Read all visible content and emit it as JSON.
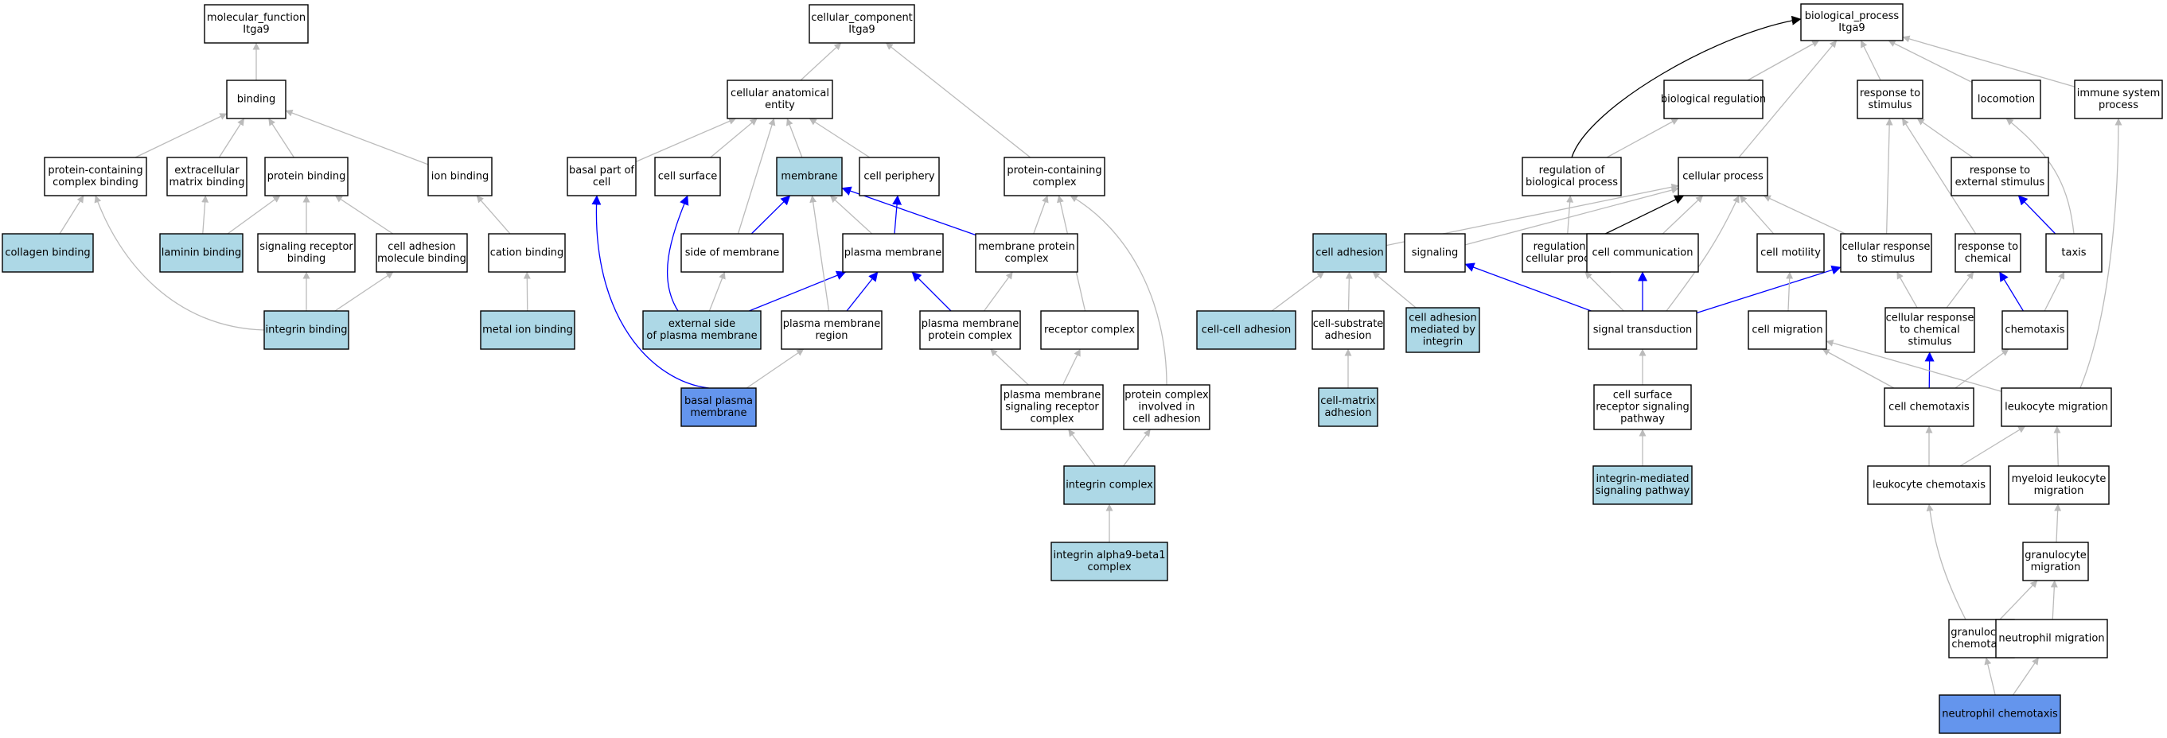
{
  "colors": {
    "default_fill": "#ffffff",
    "annotated_fill": "#add8e6",
    "query_fill": "#6495ed",
    "is_a_edge": "#bbbbbb",
    "part_of_edge": "#0000ff",
    "regulates_edge": "#000000"
  },
  "nodes": [
    {
      "id": "mf",
      "lines": [
        "molecular_function",
        "Itga9"
      ],
      "fill": "default"
    },
    {
      "id": "binding",
      "lines": [
        "binding"
      ],
      "fill": "default"
    },
    {
      "id": "pccb",
      "lines": [
        "protein-containing",
        "complex binding"
      ],
      "fill": "default"
    },
    {
      "id": "ecmb",
      "lines": [
        "extracellular",
        "matrix binding"
      ],
      "fill": "default"
    },
    {
      "id": "protb",
      "lines": [
        "protein binding"
      ],
      "fill": "default"
    },
    {
      "id": "ionb",
      "lines": [
        "ion binding"
      ],
      "fill": "default"
    },
    {
      "id": "collb",
      "lines": [
        "collagen binding"
      ],
      "fill": "annotated"
    },
    {
      "id": "lamb",
      "lines": [
        "laminin binding"
      ],
      "fill": "annotated"
    },
    {
      "id": "srb",
      "lines": [
        "signaling receptor",
        "binding"
      ],
      "fill": "default"
    },
    {
      "id": "camb",
      "lines": [
        "cell adhesion",
        "molecule binding"
      ],
      "fill": "default"
    },
    {
      "id": "catb",
      "lines": [
        "cation binding"
      ],
      "fill": "default"
    },
    {
      "id": "intb",
      "lines": [
        "integrin binding"
      ],
      "fill": "annotated"
    },
    {
      "id": "mib",
      "lines": [
        "metal ion binding"
      ],
      "fill": "annotated"
    },
    {
      "id": "cc",
      "lines": [
        "cellular_component",
        "Itga9"
      ],
      "fill": "default"
    },
    {
      "id": "cae",
      "lines": [
        "cellular anatomical",
        "entity"
      ],
      "fill": "default"
    },
    {
      "id": "bpoc",
      "lines": [
        "basal part of",
        "cell"
      ],
      "fill": "default"
    },
    {
      "id": "csurf",
      "lines": [
        "cell surface"
      ],
      "fill": "default"
    },
    {
      "id": "memb",
      "lines": [
        "membrane"
      ],
      "fill": "annotated"
    },
    {
      "id": "cper",
      "lines": [
        "cell periphery"
      ],
      "fill": "default"
    },
    {
      "id": "pcc",
      "lines": [
        "protein-containing",
        "complex"
      ],
      "fill": "default"
    },
    {
      "id": "som",
      "lines": [
        "side of membrane"
      ],
      "fill": "default"
    },
    {
      "id": "pm",
      "lines": [
        "plasma membrane"
      ],
      "fill": "default"
    },
    {
      "id": "mpc",
      "lines": [
        "membrane protein",
        "complex"
      ],
      "fill": "default"
    },
    {
      "id": "espm",
      "lines": [
        "external side",
        "of plasma membrane"
      ],
      "fill": "annotated"
    },
    {
      "id": "pmr",
      "lines": [
        "plasma membrane",
        "region"
      ],
      "fill": "default"
    },
    {
      "id": "pmpc",
      "lines": [
        "plasma membrane",
        "protein complex"
      ],
      "fill": "default"
    },
    {
      "id": "recc",
      "lines": [
        "receptor complex"
      ],
      "fill": "default"
    },
    {
      "id": "bpm",
      "lines": [
        "basal plasma",
        "membrane"
      ],
      "fill": "query"
    },
    {
      "id": "pmsrc",
      "lines": [
        "plasma membrane",
        "signaling receptor",
        "complex"
      ],
      "fill": "default"
    },
    {
      "id": "pcica",
      "lines": [
        "protein complex",
        "involved in",
        "cell adhesion"
      ],
      "fill": "default"
    },
    {
      "id": "intc",
      "lines": [
        "integrin complex"
      ],
      "fill": "annotated"
    },
    {
      "id": "ia9b1",
      "lines": [
        "integrin alpha9-beta1",
        "complex"
      ],
      "fill": "annotated"
    },
    {
      "id": "bp",
      "lines": [
        "biological_process",
        "Itga9"
      ],
      "fill": "default"
    },
    {
      "id": "breg",
      "lines": [
        "biological regulation"
      ],
      "fill": "default"
    },
    {
      "id": "rts",
      "lines": [
        "response to",
        "stimulus"
      ],
      "fill": "default"
    },
    {
      "id": "loco",
      "lines": [
        "locomotion"
      ],
      "fill": "default"
    },
    {
      "id": "isp",
      "lines": [
        "immune system",
        "process"
      ],
      "fill": "default"
    },
    {
      "id": "rbp",
      "lines": [
        "regulation of",
        "biological process"
      ],
      "fill": "default"
    },
    {
      "id": "cp",
      "lines": [
        "cellular process"
      ],
      "fill": "default"
    },
    {
      "id": "rtes",
      "lines": [
        "response to",
        "external stimulus"
      ],
      "fill": "default"
    },
    {
      "id": "cadh",
      "lines": [
        "cell adhesion"
      ],
      "fill": "annotated"
    },
    {
      "id": "sig",
      "lines": [
        "signaling"
      ],
      "fill": "default"
    },
    {
      "id": "rcp",
      "lines": [
        "regulation of",
        "cellular process"
      ],
      "fill": "default"
    },
    {
      "id": "ccom",
      "lines": [
        "cell communication"
      ],
      "fill": "default"
    },
    {
      "id": "cmot",
      "lines": [
        "cell motility"
      ],
      "fill": "default"
    },
    {
      "id": "crts",
      "lines": [
        "cellular response",
        "to stimulus"
      ],
      "fill": "default"
    },
    {
      "id": "rtc",
      "lines": [
        "response to",
        "chemical"
      ],
      "fill": "default"
    },
    {
      "id": "taxis",
      "lines": [
        "taxis"
      ],
      "fill": "default"
    },
    {
      "id": "ccadh",
      "lines": [
        "cell-cell adhesion"
      ],
      "fill": "annotated"
    },
    {
      "id": "csadh",
      "lines": [
        "cell-substrate",
        "adhesion"
      ],
      "fill": "default"
    },
    {
      "id": "cami",
      "lines": [
        "cell adhesion",
        "mediated by",
        "integrin"
      ],
      "fill": "annotated"
    },
    {
      "id": "st",
      "lines": [
        "signal transduction"
      ],
      "fill": "default"
    },
    {
      "id": "cmig",
      "lines": [
        "cell migration"
      ],
      "fill": "default"
    },
    {
      "id": "crtcs",
      "lines": [
        "cellular response",
        "to chemical",
        "stimulus"
      ],
      "fill": "default"
    },
    {
      "id": "chemo",
      "lines": [
        "chemotaxis"
      ],
      "fill": "default"
    },
    {
      "id": "cmadh",
      "lines": [
        "cell-matrix",
        "adhesion"
      ],
      "fill": "annotated"
    },
    {
      "id": "csrsp",
      "lines": [
        "cell surface",
        "receptor signaling",
        "pathway"
      ],
      "fill": "default"
    },
    {
      "id": "cchemo",
      "lines": [
        "cell chemotaxis"
      ],
      "fill": "default"
    },
    {
      "id": "lmig",
      "lines": [
        "leukocyte migration"
      ],
      "fill": "default"
    },
    {
      "id": "imsp",
      "lines": [
        "integrin-mediated",
        "signaling pathway"
      ],
      "fill": "annotated"
    },
    {
      "id": "lchemo",
      "lines": [
        "leukocyte chemotaxis"
      ],
      "fill": "default"
    },
    {
      "id": "mlmig",
      "lines": [
        "myeloid leukocyte",
        "migration"
      ],
      "fill": "default"
    },
    {
      "id": "gmig",
      "lines": [
        "granulocyte",
        "migration"
      ],
      "fill": "default"
    },
    {
      "id": "gchemo",
      "lines": [
        "granulocyte",
        "chemotaxis"
      ],
      "fill": "default"
    },
    {
      "id": "nmig",
      "lines": [
        "neutrophil migration"
      ],
      "fill": "default"
    },
    {
      "id": "nchemo",
      "lines": [
        "neutrophil chemotaxis"
      ],
      "fill": "query"
    }
  ],
  "edges": [
    {
      "from": "binding",
      "to": "mf",
      "type": "is_a"
    },
    {
      "from": "pccb",
      "to": "binding",
      "type": "is_a"
    },
    {
      "from": "ecmb",
      "to": "binding",
      "type": "is_a"
    },
    {
      "from": "protb",
      "to": "binding",
      "type": "is_a"
    },
    {
      "from": "ionb",
      "to": "binding",
      "type": "is_a"
    },
    {
      "from": "collb",
      "to": "pccb",
      "type": "is_a"
    },
    {
      "from": "lamb",
      "to": "ecmb",
      "type": "is_a"
    },
    {
      "from": "lamb",
      "to": "protb",
      "type": "is_a"
    },
    {
      "from": "srb",
      "to": "protb",
      "type": "is_a"
    },
    {
      "from": "camb",
      "to": "protb",
      "type": "is_a"
    },
    {
      "from": "catb",
      "to": "ionb",
      "type": "is_a"
    },
    {
      "from": "intb",
      "to": "pccb",
      "type": "is_a"
    },
    {
      "from": "intb",
      "to": "srb",
      "type": "is_a"
    },
    {
      "from": "intb",
      "to": "camb",
      "type": "is_a"
    },
    {
      "from": "mib",
      "to": "catb",
      "type": "is_a"
    },
    {
      "from": "cae",
      "to": "cc",
      "type": "is_a"
    },
    {
      "from": "pcc",
      "to": "cc",
      "type": "is_a"
    },
    {
      "from": "bpoc",
      "to": "cae",
      "type": "is_a"
    },
    {
      "from": "csurf",
      "to": "cae",
      "type": "is_a"
    },
    {
      "from": "memb",
      "to": "cae",
      "type": "is_a"
    },
    {
      "from": "cper",
      "to": "cae",
      "type": "is_a"
    },
    {
      "from": "som",
      "to": "cae",
      "type": "is_a"
    },
    {
      "from": "som",
      "to": "memb",
      "type": "part_of"
    },
    {
      "from": "pm",
      "to": "memb",
      "type": "is_a"
    },
    {
      "from": "pm",
      "to": "cper",
      "type": "part_of"
    },
    {
      "from": "mpc",
      "to": "memb",
      "type": "part_of"
    },
    {
      "from": "mpc",
      "to": "pcc",
      "type": "is_a"
    },
    {
      "from": "espm",
      "to": "som",
      "type": "is_a"
    },
    {
      "from": "espm",
      "to": "csurf",
      "type": "part_of"
    },
    {
      "from": "espm",
      "to": "pm",
      "type": "part_of"
    },
    {
      "from": "pmr",
      "to": "memb",
      "type": "is_a"
    },
    {
      "from": "pmr",
      "to": "pm",
      "type": "part_of"
    },
    {
      "from": "pmpc",
      "to": "pm",
      "type": "part_of"
    },
    {
      "from": "pmpc",
      "to": "mpc",
      "type": "is_a"
    },
    {
      "from": "recc",
      "to": "pcc",
      "type": "is_a"
    },
    {
      "from": "bpm",
      "to": "pmr",
      "type": "is_a"
    },
    {
      "from": "bpm",
      "to": "bpoc",
      "type": "part_of"
    },
    {
      "from": "pmsrc",
      "to": "pmpc",
      "type": "is_a"
    },
    {
      "from": "pmsrc",
      "to": "recc",
      "type": "is_a"
    },
    {
      "from": "pcica",
      "to": "pcc",
      "type": "is_a"
    },
    {
      "from": "intc",
      "to": "pmsrc",
      "type": "is_a"
    },
    {
      "from": "intc",
      "to": "pcica",
      "type": "is_a"
    },
    {
      "from": "ia9b1",
      "to": "intc",
      "type": "is_a"
    },
    {
      "from": "breg",
      "to": "bp",
      "type": "is_a"
    },
    {
      "from": "rts",
      "to": "bp",
      "type": "is_a"
    },
    {
      "from": "loco",
      "to": "bp",
      "type": "is_a"
    },
    {
      "from": "isp",
      "to": "bp",
      "type": "is_a"
    },
    {
      "from": "cp",
      "to": "bp",
      "type": "is_a"
    },
    {
      "from": "rbp",
      "to": "bp",
      "type": "regulates"
    },
    {
      "from": "rbp",
      "to": "breg",
      "type": "is_a"
    },
    {
      "from": "rtes",
      "to": "rts",
      "type": "is_a"
    },
    {
      "from": "cadh",
      "to": "cp",
      "type": "is_a"
    },
    {
      "from": "sig",
      "to": "cp",
      "type": "is_a"
    },
    {
      "from": "rcp",
      "to": "rbp",
      "type": "is_a"
    },
    {
      "from": "rcp",
      "to": "cp",
      "type": "regulates"
    },
    {
      "from": "ccom",
      "to": "cp",
      "type": "is_a"
    },
    {
      "from": "cmot",
      "to": "cp",
      "type": "is_a"
    },
    {
      "from": "crts",
      "to": "cp",
      "type": "is_a"
    },
    {
      "from": "crts",
      "to": "rts",
      "type": "is_a"
    },
    {
      "from": "rtc",
      "to": "rts",
      "type": "is_a"
    },
    {
      "from": "taxis",
      "to": "rtes",
      "type": "part_of"
    },
    {
      "from": "taxis",
      "to": "loco",
      "type": "is_a"
    },
    {
      "from": "ccadh",
      "to": "cadh",
      "type": "is_a"
    },
    {
      "from": "csadh",
      "to": "cadh",
      "type": "is_a"
    },
    {
      "from": "cami",
      "to": "cadh",
      "type": "is_a"
    },
    {
      "from": "st",
      "to": "sig",
      "type": "part_of"
    },
    {
      "from": "st",
      "to": "rcp",
      "type": "is_a"
    },
    {
      "from": "st",
      "to": "ccom",
      "type": "part_of"
    },
    {
      "from": "st",
      "to": "cp",
      "type": "is_a"
    },
    {
      "from": "st",
      "to": "crts",
      "type": "part_of"
    },
    {
      "from": "cmig",
      "to": "cmot",
      "type": "is_a"
    },
    {
      "from": "crtcs",
      "to": "crts",
      "type": "is_a"
    },
    {
      "from": "crtcs",
      "to": "rtc",
      "type": "is_a"
    },
    {
      "from": "chemo",
      "to": "rtc",
      "type": "part_of"
    },
    {
      "from": "chemo",
      "to": "taxis",
      "type": "is_a"
    },
    {
      "from": "cmadh",
      "to": "csadh",
      "type": "is_a"
    },
    {
      "from": "csrsp",
      "to": "st",
      "type": "is_a"
    },
    {
      "from": "cchemo",
      "to": "cmig",
      "type": "is_a"
    },
    {
      "from": "cchemo",
      "to": "crtcs",
      "type": "part_of"
    },
    {
      "from": "cchemo",
      "to": "chemo",
      "type": "is_a"
    },
    {
      "from": "lmig",
      "to": "isp",
      "type": "is_a"
    },
    {
      "from": "lmig",
      "to": "cmig",
      "type": "is_a"
    },
    {
      "from": "imsp",
      "to": "csrsp",
      "type": "is_a"
    },
    {
      "from": "lchemo",
      "to": "cchemo",
      "type": "is_a"
    },
    {
      "from": "lchemo",
      "to": "lmig",
      "type": "is_a"
    },
    {
      "from": "mlmig",
      "to": "lmig",
      "type": "is_a"
    },
    {
      "from": "gmig",
      "to": "mlmig",
      "type": "is_a"
    },
    {
      "from": "gchemo",
      "to": "lchemo",
      "type": "is_a"
    },
    {
      "from": "gchemo",
      "to": "gmig",
      "type": "is_a"
    },
    {
      "from": "nmig",
      "to": "gmig",
      "type": "is_a"
    },
    {
      "from": "nchemo",
      "to": "gchemo",
      "type": "is_a"
    },
    {
      "from": "nchemo",
      "to": "nmig",
      "type": "is_a"
    }
  ]
}
